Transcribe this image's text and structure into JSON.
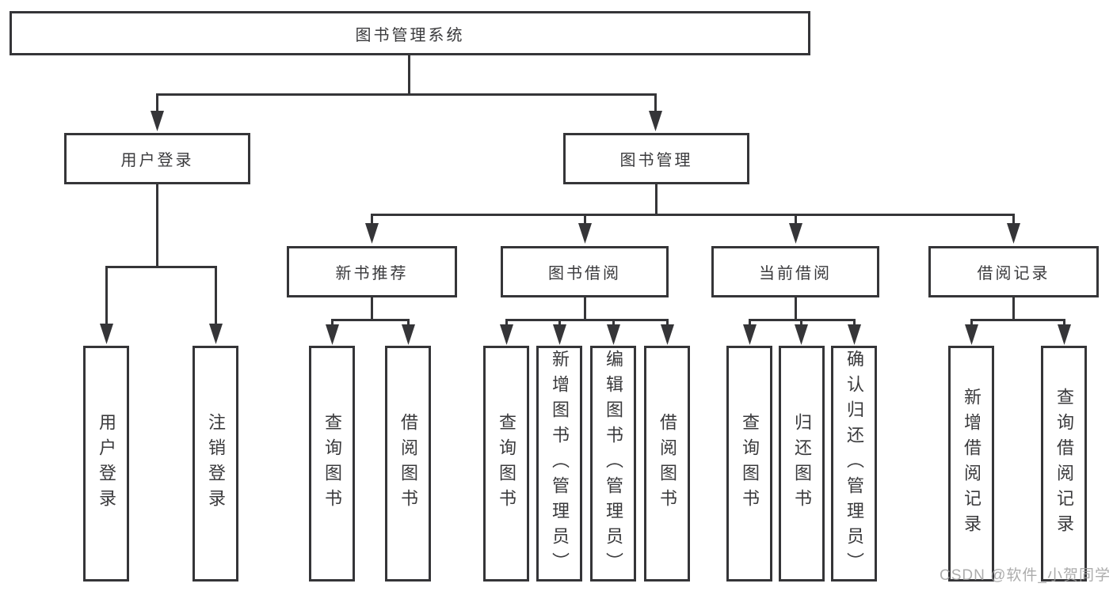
{
  "diagram": {
    "root": {
      "label": "图书管理系统"
    },
    "branches": [
      {
        "label": "用户登录",
        "children": [
          {
            "label": "用户登录"
          },
          {
            "label": "注销登录"
          }
        ]
      },
      {
        "label": "图书管理",
        "children": [
          {
            "label": "新书推荐",
            "children": [
              {
                "label": "查询图书"
              },
              {
                "label": "借阅图书"
              }
            ]
          },
          {
            "label": "图书借阅",
            "children": [
              {
                "label": "查询图书"
              },
              {
                "label": "新增图书（管理员）"
              },
              {
                "label": "编辑图书（管理员）"
              },
              {
                "label": "借阅图书"
              }
            ]
          },
          {
            "label": "当前借阅",
            "children": [
              {
                "label": "查询图书"
              },
              {
                "label": "归还图书"
              },
              {
                "label": "确认归还（管理员）"
              }
            ]
          },
          {
            "label": "借阅记录",
            "children": [
              {
                "label": "新增借阅记录"
              },
              {
                "label": "查询借阅记录"
              }
            ]
          }
        ]
      }
    ],
    "colors": {
      "line": "#353538",
      "box_border": "#353538",
      "box_background": "#ffffff",
      "text": "#3a3a3c",
      "watermark": "#9e9e9e",
      "page_background": "#ffffff"
    }
  },
  "watermark": {
    "text": "CSDN @软件_小贺同学"
  }
}
